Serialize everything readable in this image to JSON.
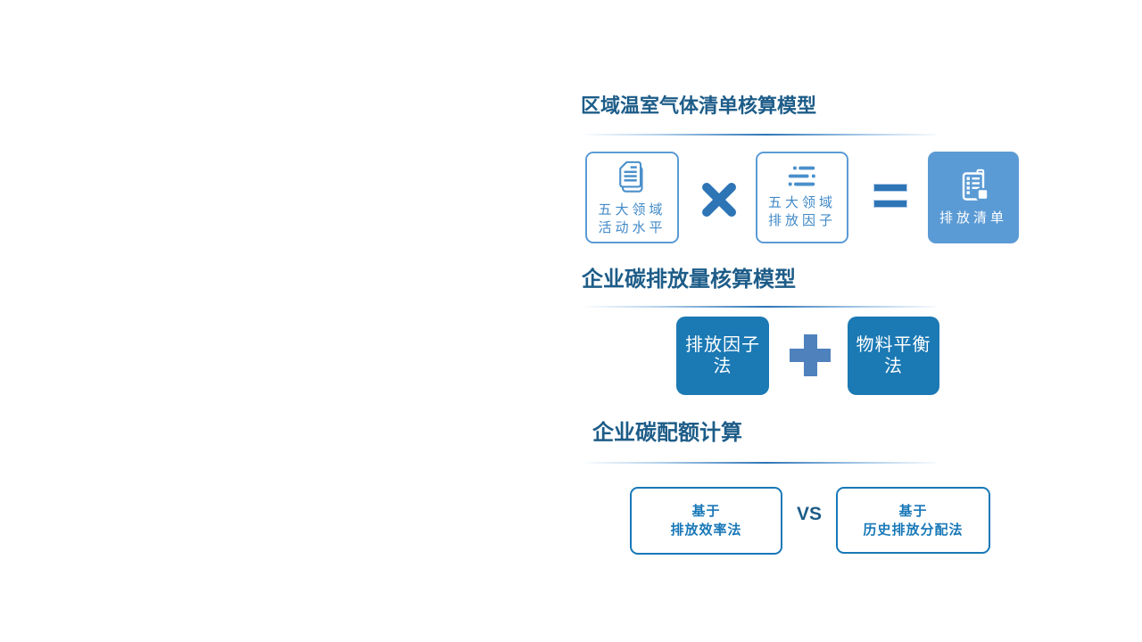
{
  "slide": {
    "background": "#ffffff",
    "language": "zh-CN"
  },
  "colors": {
    "title_text": "#1d5c88",
    "outline_box_border": "#5b9bd5",
    "outline_box_text": "#4189c7",
    "operator_blue": "#2e75b6",
    "filled_box_light": "#5b9bd5",
    "filled_box_dark": "#1b79b4",
    "plus_blue": "#4f81bd",
    "method_box_border": "#1878b8",
    "method_box_text": "#1878b8",
    "vs_text": "#1d5c88"
  },
  "sections": [
    {
      "title": "区域温室气体清单核算模型",
      "boxes": [
        {
          "icon": "documents-icon",
          "line1": "五大领域",
          "line2": "活动水平",
          "style": "outline-light"
        },
        {
          "icon": "list-icon",
          "line1": "五大领域",
          "line2": "排放因子",
          "style": "outline-light"
        },
        {
          "icon": "clipboard-icon",
          "line1": "排放清单",
          "style": "filled-light"
        }
      ],
      "operators": [
        "×",
        "="
      ]
    },
    {
      "title": "企业碳排放量核算模型",
      "boxes": [
        {
          "line1": "排放因子",
          "line2": "法",
          "style": "filled-dark"
        },
        {
          "line1": "物料平衡",
          "line2": "法",
          "style": "filled-dark"
        }
      ],
      "operators": [
        "+"
      ]
    },
    {
      "title": "企业碳配额计算",
      "boxes": [
        {
          "line1": "基于",
          "line2": "排放效率法",
          "style": "outline-dark"
        },
        {
          "line1": "基于",
          "line2": "历史排放分配法",
          "style": "outline-dark"
        }
      ],
      "vs_label": "VS"
    }
  ]
}
